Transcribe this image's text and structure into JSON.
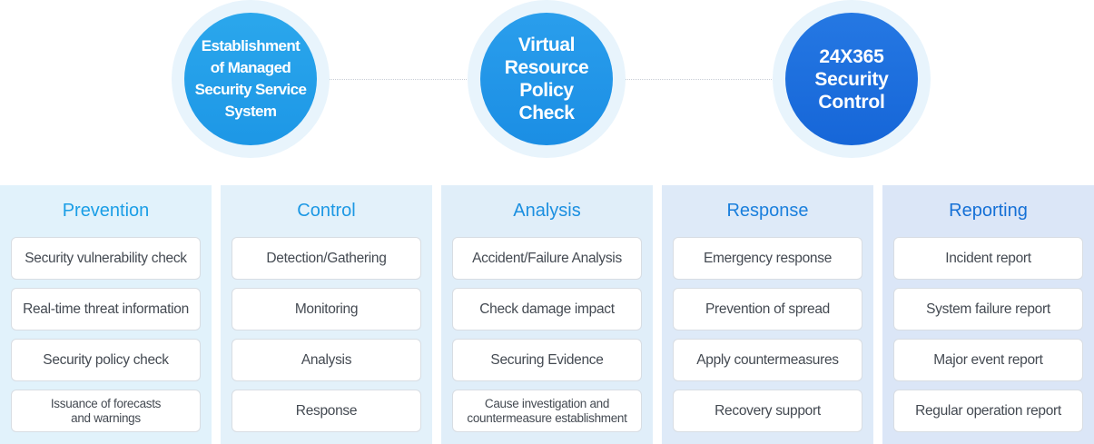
{
  "circles": [
    {
      "lines": [
        "Establishment",
        "of Managed",
        "Security Service",
        "System"
      ]
    },
    {
      "lines": [
        "Virtual",
        "Resource",
        "Policy",
        "Check"
      ]
    },
    {
      "lines": [
        "24X365",
        "Security",
        "Control"
      ]
    }
  ],
  "columns": [
    {
      "title": "Prevention",
      "bg": "#e1f2fb",
      "title_color": "#1a9ee6",
      "items": [
        [
          "Security vulnerability check"
        ],
        [
          "Real-time threat information"
        ],
        [
          "Security policy check"
        ],
        [
          "Issuance of forecasts",
          "and warnings"
        ]
      ]
    },
    {
      "title": "Control",
      "bg": "#e3f1fa",
      "title_color": "#1c98e4",
      "items": [
        [
          "Detection/Gathering"
        ],
        [
          "Monitoring"
        ],
        [
          "Analysis"
        ],
        [
          "Response"
        ]
      ]
    },
    {
      "title": "Analysis",
      "bg": "#e0eef9",
      "title_color": "#1b8fe0",
      "items": [
        [
          "Accident/Failure Analysis"
        ],
        [
          "Check damage impact"
        ],
        [
          "Securing Evidence"
        ],
        [
          "Cause investigation and",
          "countermeasure establishment"
        ]
      ]
    },
    {
      "title": "Response",
      "bg": "#deeaf8",
      "title_color": "#1a7fdc",
      "items": [
        [
          "Emergency response"
        ],
        [
          "Prevention of spread"
        ],
        [
          "Apply countermeasures"
        ],
        [
          "Recovery support"
        ]
      ]
    },
    {
      "title": "Reporting",
      "bg": "#dbe6f7",
      "title_color": "#1570d6",
      "items": [
        [
          "Incident report"
        ],
        [
          "System failure report"
        ],
        [
          "Major event report"
        ],
        [
          "Regular operation report"
        ]
      ]
    }
  ]
}
